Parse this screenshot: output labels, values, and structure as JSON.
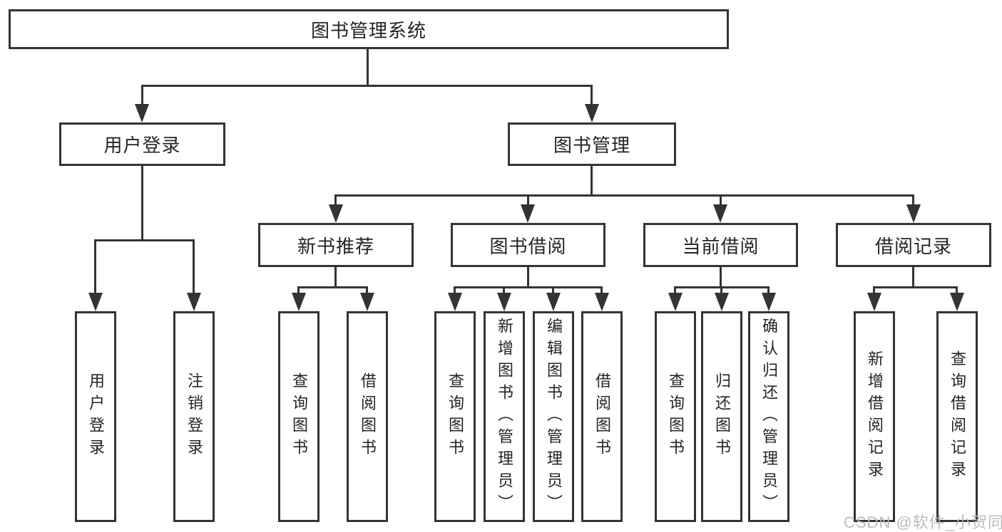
{
  "diagram": {
    "root": {
      "label": "图书管理系统"
    },
    "level1": [
      {
        "id": "user-login",
        "label": "用户登录"
      },
      {
        "id": "book-management",
        "label": "图书管理"
      }
    ],
    "categories": [
      {
        "id": "new-book-recommend",
        "label": "新书推荐"
      },
      {
        "id": "book-borrow",
        "label": "图书借阅"
      },
      {
        "id": "current-borrow",
        "label": "当前借阅"
      },
      {
        "id": "borrow-record",
        "label": "借阅记录"
      }
    ],
    "leaves": [
      {
        "id": "user-login",
        "label": "用户登录"
      },
      {
        "id": "logout",
        "label": "注销登录"
      },
      {
        "id": "query-books-recommend",
        "label": "查询图书"
      },
      {
        "id": "borrow-books-recommend",
        "label": "借阅图书"
      },
      {
        "id": "query-books-borrow",
        "label": "查询图书"
      },
      {
        "id": "add-books-admin",
        "label": "新增图书（管理员）"
      },
      {
        "id": "edit-books-admin",
        "label": "编辑图书（管理员）"
      },
      {
        "id": "borrow-books",
        "label": "借阅图书"
      },
      {
        "id": "query-books-current",
        "label": "查询图书"
      },
      {
        "id": "return-books",
        "label": "归还图书"
      },
      {
        "id": "confirm-return-admin",
        "label": "确认归还（管理员）"
      },
      {
        "id": "add-borrow-record",
        "label": "新增借阅记录"
      },
      {
        "id": "query-borrow-record",
        "label": "查询借阅记录"
      }
    ],
    "colors": {
      "line": "#343434",
      "text": "#242424",
      "background": "#ffffff",
      "watermark": "#b5b8bc"
    }
  },
  "watermark": {
    "text": "CSDN @软件_小贺同学"
  }
}
